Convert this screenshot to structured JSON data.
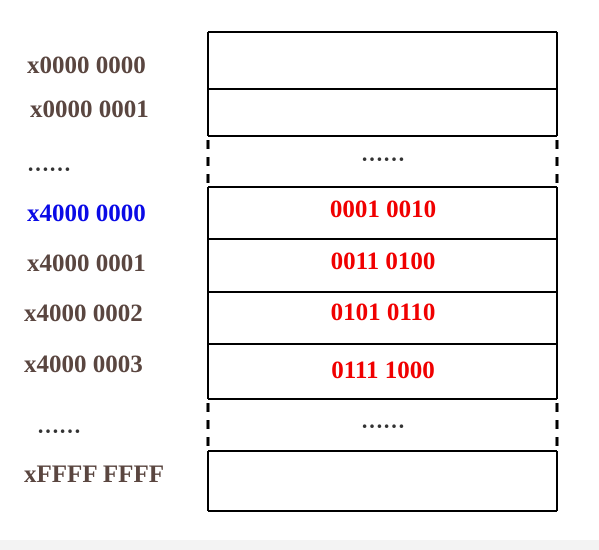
{
  "rows": [
    {
      "address": "x0000 0000",
      "value": "",
      "highlight": false
    },
    {
      "address": "x0000 0001",
      "value": "",
      "highlight": false
    },
    {
      "address": "……",
      "value": "……",
      "gap": true
    },
    {
      "address": "x4000 0000",
      "value": "0001 0010",
      "highlight": true
    },
    {
      "address": "x4000 0001",
      "value": "0011 0100",
      "highlight": false
    },
    {
      "address": "x4000 0002",
      "value": "0101 0110",
      "highlight": false
    },
    {
      "address": "x4000 0003",
      "value": "0111 1000",
      "highlight": false
    },
    {
      "address": "……",
      "value": "……",
      "gap": true
    },
    {
      "address": "xFFFF FFFF",
      "value": "",
      "highlight": false
    }
  ],
  "colors": {
    "address_text": "#5a4640",
    "address_highlight": "#0a0ae6",
    "value_text": "#f00000",
    "cell_border": "#000000"
  }
}
